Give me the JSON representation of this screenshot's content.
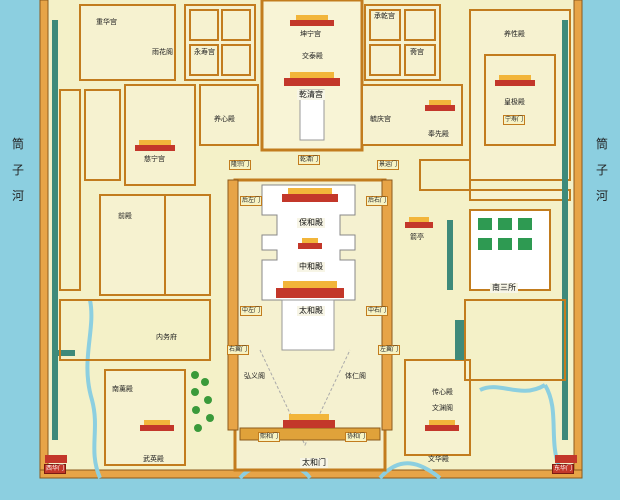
{
  "moat": {
    "left": "筒子河",
    "right": "筒子河"
  },
  "gates": {
    "qianqing": "乾清门",
    "taihe_gate": "太和门",
    "xihua": "西华门",
    "donghua": "东华门",
    "ningshou": "宁寿门",
    "xiezhi": "协和门",
    "xihe": "熙和门",
    "zuoyi": "左翼门",
    "youyi": "右翼门",
    "zhongzuo": "中左门",
    "zhongyou": "中右门",
    "houzuo": "后左门",
    "houyou": "后右门",
    "jingyun": "景运门",
    "longzong": "隆宗门"
  },
  "halls": {
    "baohe": "保和殿",
    "zhonghe": "中和殿",
    "taihe": "太和殿",
    "qianqing": "乾清宫",
    "jiaotai": "交泰殿",
    "kunning": "坤宁宫",
    "yangxin": "养心殿",
    "cining": "慈宁宫",
    "huangji": "皇极殿",
    "fengxian": "奉先殿",
    "yangxing": "养性殿",
    "wuying": "武英殿",
    "wenhua": "文华殿",
    "jianting": "箭亭",
    "nansansuo": "南三所",
    "neiwufu": "内务府",
    "hongyige": "弘义阁",
    "tirenge": "体仁阁",
    "chengqian": "承乾宫",
    "yongshou": "永寿宫",
    "zhaigong": "斋宫",
    "yuqing": "毓庆宫",
    "chuanxin": "传心殿",
    "nanxun": "南薰殿",
    "wenyuan": "文渊阁",
    "yuhua": "雨花阁",
    "chonghua": "重华宫",
    "qianwu": "前殿"
  }
}
